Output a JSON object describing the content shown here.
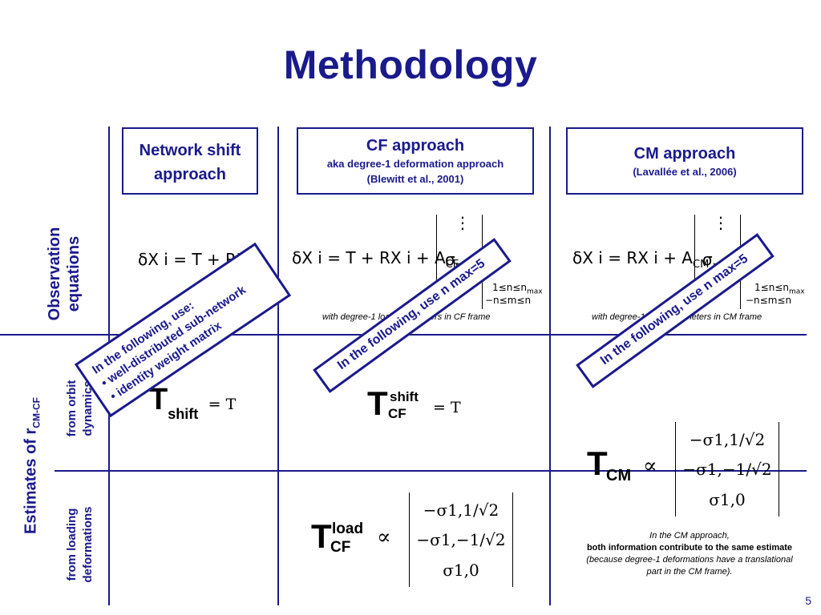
{
  "title": "Methodology",
  "columns": {
    "network": {
      "line1": "Network shift",
      "line2": "approach"
    },
    "cf": {
      "title": "CF approach",
      "sub1": "aka degree-1 deformation approach",
      "sub2": "(Blewitt et al., 2001)"
    },
    "cm": {
      "title": "CM approach",
      "sub1": "(Lavallée et al., 2006)"
    }
  },
  "rows": {
    "observation": {
      "line1": "Observation",
      "line2": "equations"
    },
    "estimates_prefix": "Estimates of r",
    "estimates_sub": "CM-CF",
    "orbit": {
      "line1": "from orbit",
      "line2": "dynamics"
    },
    "loading": {
      "line1": "from loading",
      "line2": "deformations"
    }
  },
  "equations": {
    "network_obs": "δX i = T + RX i",
    "cf_obs_prefix": "δX i = T + RX i + A",
    "cf_obs_sub": "CF",
    "cm_obs_prefix": "δX i = RX i + A",
    "cm_obs_sub": "CM",
    "sigma": "σ",
    "sigma_sub": "nm",
    "dots": "⋮",
    "range1": "1≤n≤n",
    "range1_sub": "max",
    "range2": "−n≤m≤n",
    "cf_note": "with degree-1 load parameters in CF frame",
    "cm_note": "with degree-1 load parameters in CM frame"
  },
  "estimates": {
    "network_T": "T",
    "network_sub": "shift",
    "network_rhs": "= T",
    "cf_T": "T",
    "cf_sup": "shift",
    "cf_sub": "CF",
    "cf_rhs": "= T",
    "cm_T": "T",
    "cm_sub": "CM",
    "prop": "∝",
    "load_T": "T",
    "load_sup": "load",
    "load_sub": "CF",
    "vec_row1": "−σ1,1/√2",
    "vec_row2": "−σ1,−1/√2",
    "vec_row3": "σ1,0"
  },
  "callouts": {
    "network": {
      "line1": "In the following, use:",
      "line2": "• well-distributed sub-network",
      "line3": "• identity weight matrix"
    },
    "cf": "In the following, use n max=5",
    "cm": "In the following, use n max=5"
  },
  "cm_note_block": {
    "line1": "In the CM approach,",
    "line2": "both information contribute to the same estimate",
    "line3": "(because degree-1 deformations have a translational",
    "line4": "part in the CM frame)."
  },
  "page_number": "5",
  "colors": {
    "accent": "#1a1a8c"
  }
}
